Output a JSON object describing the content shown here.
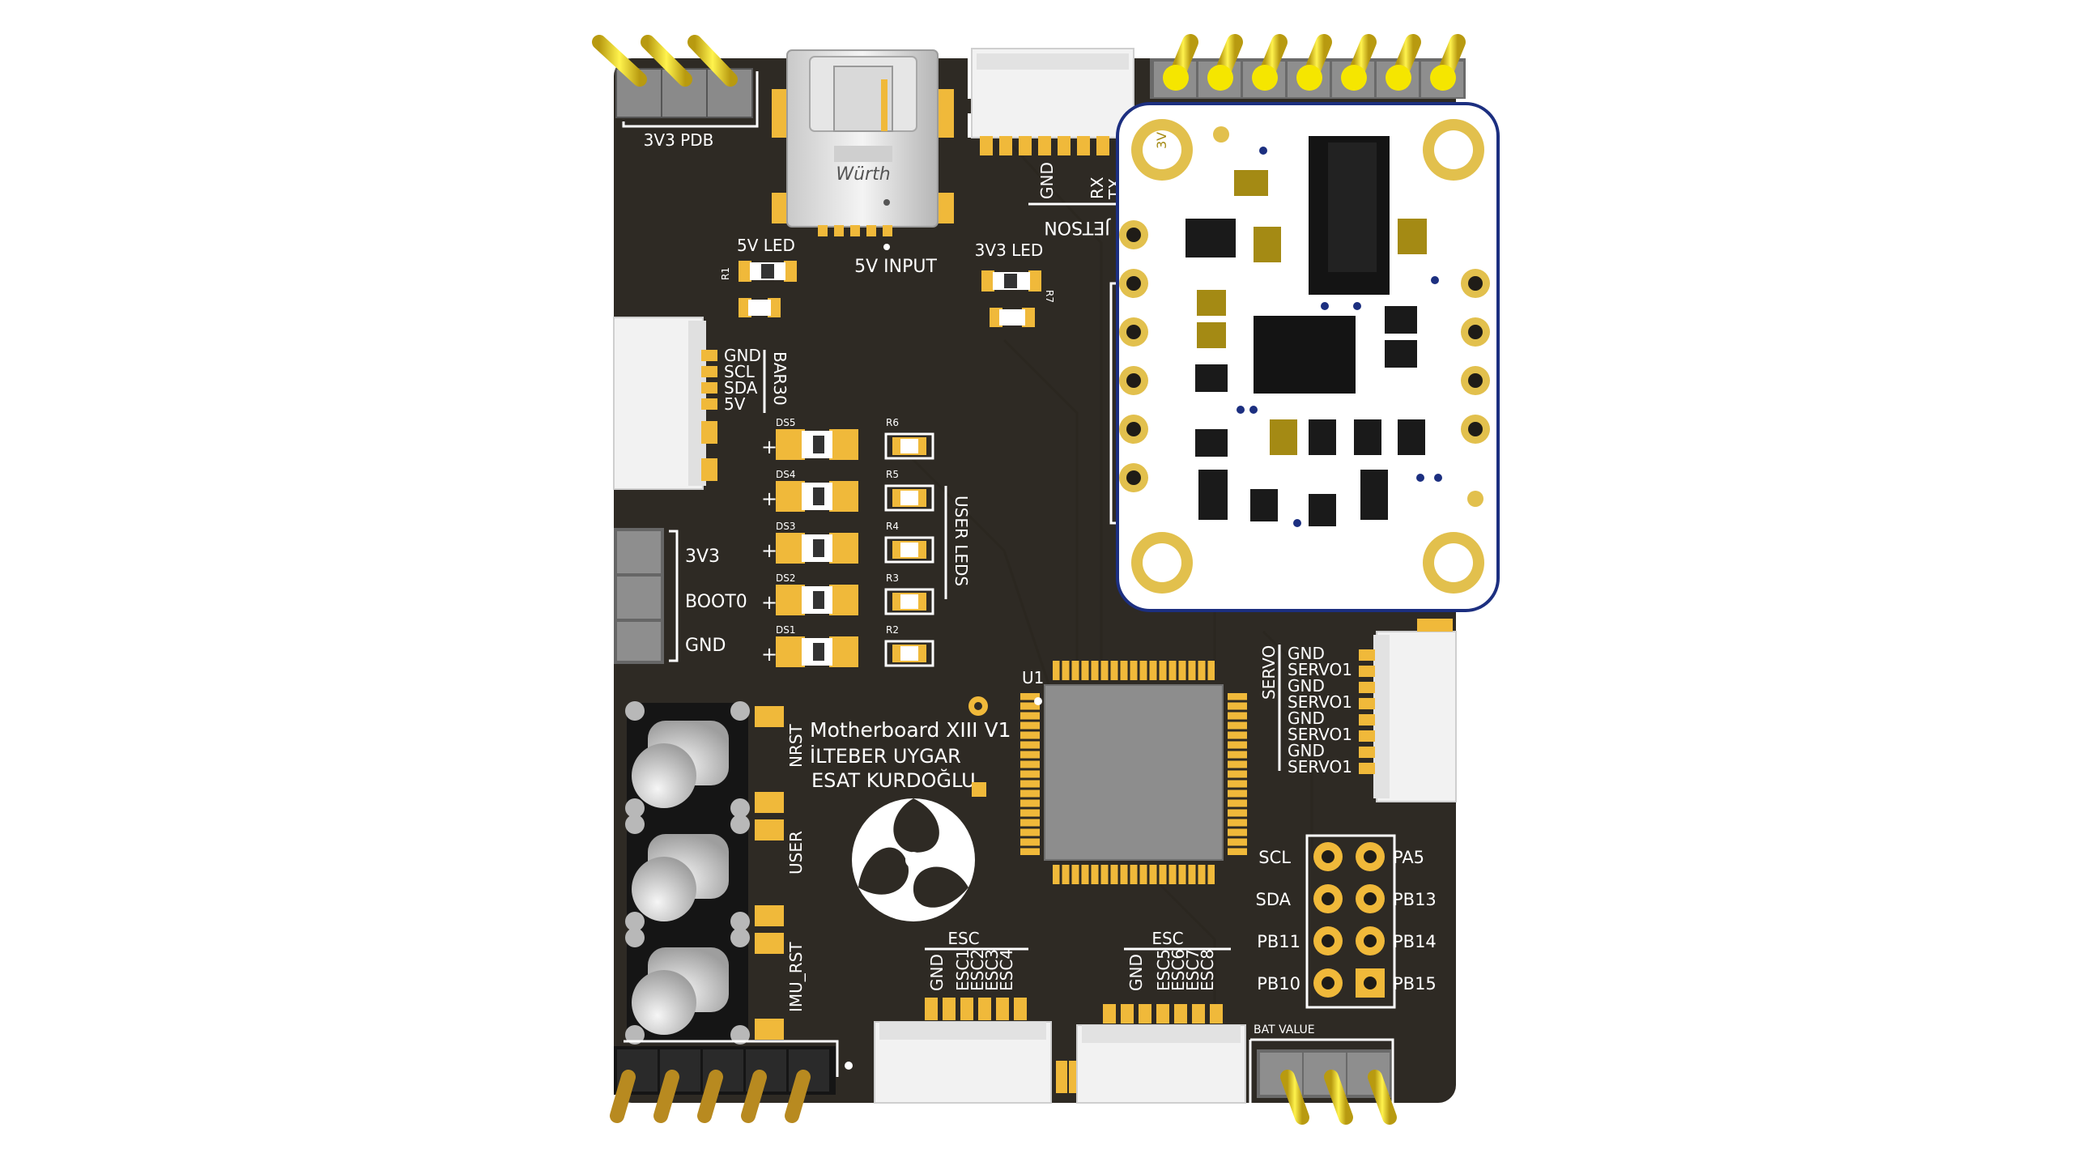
{
  "board": {
    "title": "Motherboard XIII V1",
    "author1": "İLTEBER UYGAR",
    "author2": "ESAT KURDOĞLU",
    "mcu_ref": "U1"
  },
  "colors": {
    "board": "#2e2a24",
    "pad": "#f0b93a",
    "header_pin": "#f5e600",
    "connector": "#efefef",
    "chip": "#1a1a1a",
    "qfp_body": "#8d8d8d",
    "imu_pcb": "#ffffff",
    "imu_border": "#1c2f80"
  },
  "labels": {
    "pdb": "3V3 PDB",
    "led5v": "5V LED",
    "input5v": "5V INPUT",
    "led3v3": "3V3 LED",
    "r1": "R1",
    "r7": "R7",
    "jetson": "JETSON",
    "jetson_gnd": "GND",
    "jetson_rx": "RX",
    "jetson_tx": "TX",
    "bar30": "BAR30",
    "bar30_pins": [
      "GND",
      "SCL",
      "SDA",
      "5V"
    ],
    "user_leds": "USER LEDS",
    "plus": "+",
    "leds": [
      {
        "ds": "DS5",
        "r": "R6"
      },
      {
        "ds": "DS4",
        "r": "R5"
      },
      {
        "ds": "DS3",
        "r": "R4"
      },
      {
        "ds": "DS2",
        "r": "R3"
      },
      {
        "ds": "DS1",
        "r": "R2"
      }
    ],
    "boot_pins": [
      "3V3",
      "BOOT0",
      "GND"
    ],
    "buttons": [
      "NRST",
      "USER",
      "IMU_RST"
    ],
    "servo": "SERVO",
    "servo_pins": [
      "GND",
      "SERVO1",
      "GND",
      "SERVO1",
      "GND",
      "SERVO1",
      "GND",
      "SERVO1"
    ],
    "gpio_left": [
      "SCL",
      "SDA",
      "PB11",
      "PB10"
    ],
    "gpio_right": [
      "PA5",
      "PB13",
      "PB14",
      "PB15"
    ],
    "esc": "ESC",
    "esc_left_pins": [
      "GND",
      "ESC1",
      "ESC2",
      "ESC3",
      "ESC4"
    ],
    "esc_right_pins": [
      "GND",
      "ESC5",
      "ESC6",
      "ESC7",
      "ESC8"
    ],
    "bat_value": "BAT VALUE",
    "imu_mark": "3V",
    "usb_brand": "Würth"
  }
}
